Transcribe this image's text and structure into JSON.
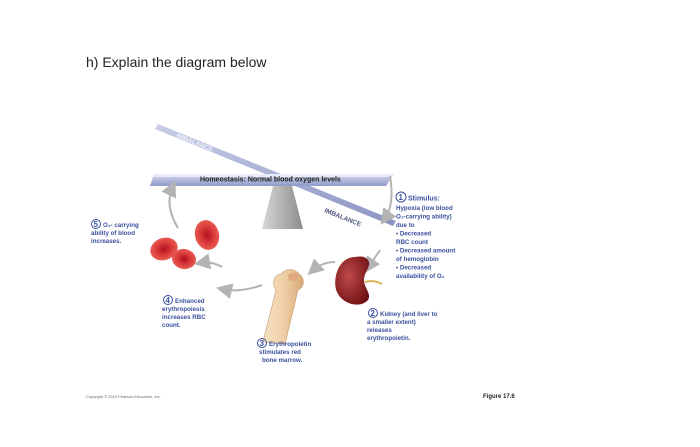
{
  "question": "h) Explain the diagram below",
  "diagram": {
    "imbalance_top": "IMBALANCE",
    "imbalance_right": "IMBALANCE",
    "homeostasis": "Homeostasis: Normal blood oxygen levels",
    "step1": {
      "num": "1",
      "title": "Stimulus:",
      "lines": [
        "Hypoxia (low blood",
        "O₂-carrying ability)",
        "due to",
        "• Decreased",
        "  RBC count",
        "• Decreased amount",
        "  of hemoglobin",
        "• Decreased",
        "  availability of O₂"
      ]
    },
    "step2": {
      "num": "2",
      "lines": [
        "Kidney (and liver to",
        "a smaller extent)",
        "releases",
        "erythropoietin."
      ]
    },
    "step3": {
      "num": "3",
      "lines": [
        "Erythropoietin",
        "stimulates red",
        "bone marrow."
      ]
    },
    "step4": {
      "num": "4",
      "lines": [
        "Enhanced",
        "erythropoiesis",
        "increases RBC",
        "count."
      ]
    },
    "step5": {
      "num": "5",
      "lines": [
        "O₂- carrying",
        "ability of blood",
        "increases."
      ]
    }
  },
  "copyright": "Copyright © 2010 Pearson Education, Inc.",
  "figure_label": "Figure 17.6"
}
